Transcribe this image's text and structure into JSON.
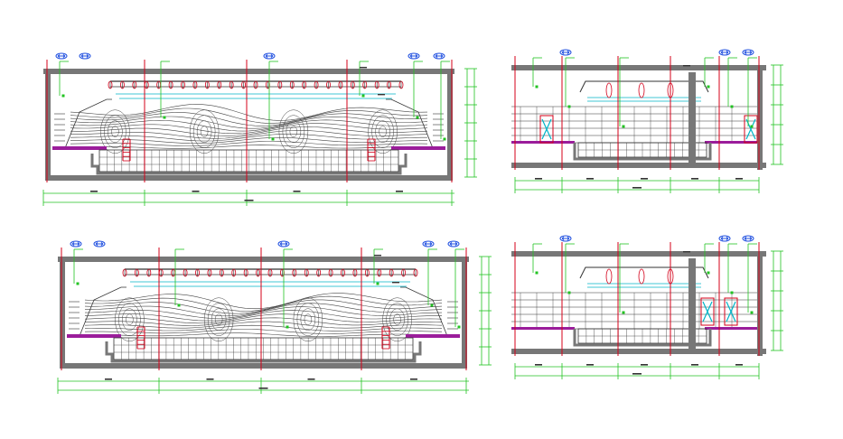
{
  "drawing": {
    "colors": {
      "background": "#ffffff",
      "wall": "#777777",
      "structure_dark": "#333333",
      "grid_red": "#d4001a",
      "callout_green": "#22c322",
      "accent_magenta": "#9b1d9b",
      "accent_cyan": "#00b4c8",
      "marker_blue": "#1f4fe0",
      "contour": "#444444"
    },
    "marker_icon": "double-arrow-icon",
    "panels": [
      {
        "id": "section-a",
        "kind": "long-section",
        "dimension_label": "",
        "marker_count": 5,
        "contours": true
      },
      {
        "id": "section-b",
        "kind": "short-section",
        "dimension_label": "",
        "marker_count": 3,
        "contours": false
      },
      {
        "id": "section-c",
        "kind": "long-section",
        "dimension_label": "",
        "marker_count": 5,
        "contours": true
      },
      {
        "id": "section-d",
        "kind": "short-section",
        "dimension_label": "",
        "marker_count": 3,
        "contours": false
      }
    ]
  }
}
